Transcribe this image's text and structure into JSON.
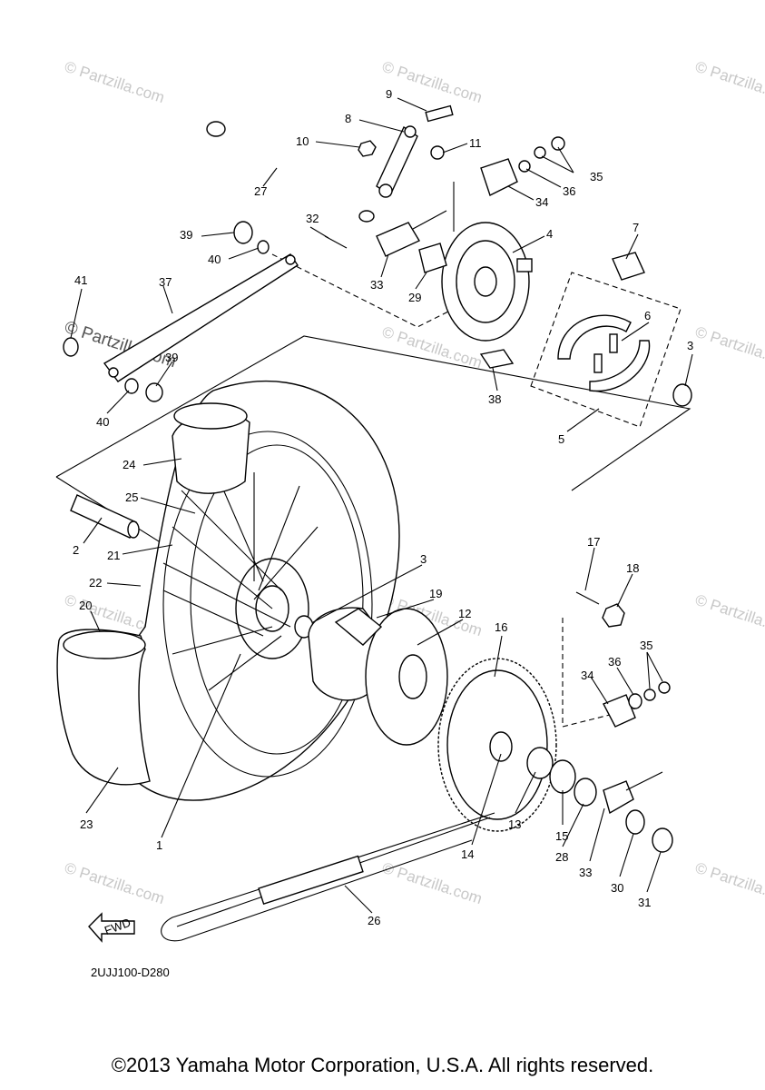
{
  "diagram": {
    "callouts": [
      "1",
      "2",
      "3",
      "3",
      "4",
      "5",
      "6",
      "7",
      "8",
      "9",
      "10",
      "11",
      "12",
      "13",
      "14",
      "15",
      "16",
      "17",
      "18",
      "19",
      "20",
      "21",
      "22",
      "23",
      "24",
      "25",
      "26",
      "27",
      "28",
      "29",
      "30",
      "31",
      "32",
      "33",
      "33",
      "34",
      "34",
      "35",
      "35",
      "36",
      "36",
      "37",
      "38",
      "39",
      "39",
      "40",
      "40",
      "41"
    ],
    "part_code": "2UJJ100-D280",
    "fwd_label": "FWD",
    "watermark": "© Partzilla.com"
  },
  "footer": {
    "copyright": "©2013 Yamaha Motor Corporation, U.S.A. All rights reserved."
  }
}
